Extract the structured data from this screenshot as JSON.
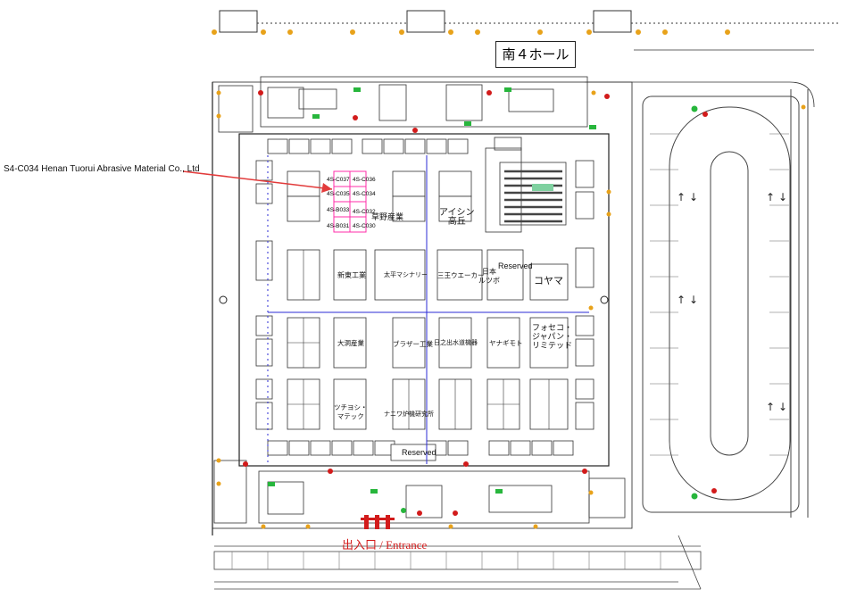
{
  "hall_name": "南４ホール",
  "callout": "S4-C034  Henan Tuorui Abrasive Material Co., Ltd",
  "entrance_label": "出入口 / Entrance",
  "reserved_labels": [
    "Reserved",
    "Reserved"
  ],
  "booth_ids": [
    "4S-C037",
    "4S-C036",
    "4S-C035",
    "4S-C034",
    "4S-B033",
    "4S-C032",
    "4S-B031",
    "4S-C030"
  ],
  "exhibitors": {
    "kusano": "草野産業",
    "aishin": "アイシン\n高丘",
    "shinto": "新東工業",
    "taihei": "太平マシナリー",
    "sanwa": "三王ウエーカー",
    "nihon_lutsubo": "日本\nルツボ",
    "koyama": "コヤマ",
    "daiwa": "大洞産業",
    "brother": "ブラザー工業",
    "hinode": "日之出水道機器",
    "yanagi": "ヤナギモト",
    "foseco": "フォセコ・\nジャパン・\nリミテッド",
    "tsuchiyoshi": "ツチヨシ・\nマテック",
    "naniwa": "ナニワ炉機研究所"
  },
  "colors": {
    "highlight": "#ff2da8",
    "callout_arrow": "#e23b3b",
    "entrance": "#d21b1b",
    "wall": "#222222",
    "aisle_marker": "#2b2bd6",
    "exit_green": "#27b63c"
  }
}
